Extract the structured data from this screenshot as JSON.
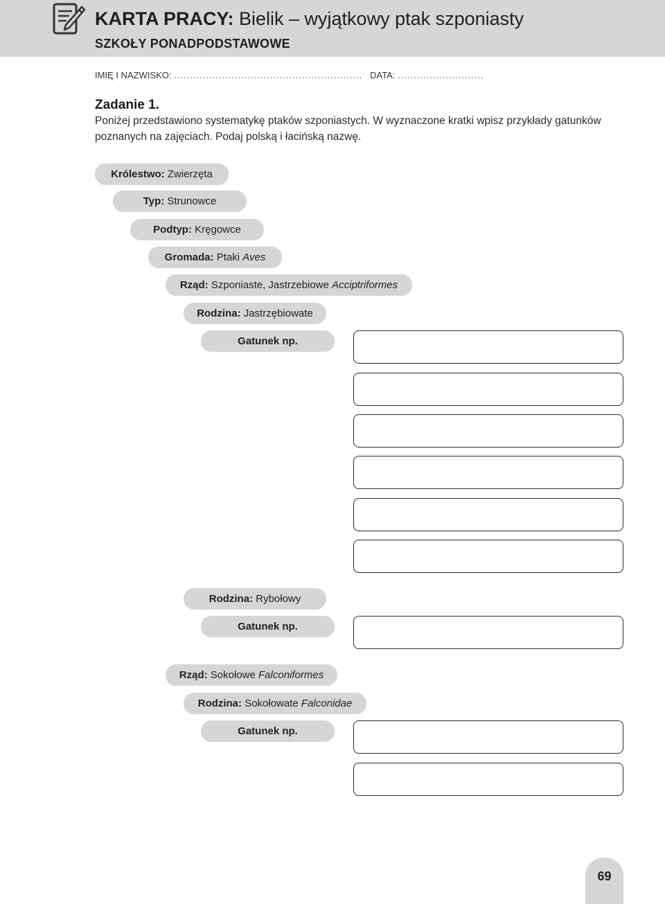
{
  "header": {
    "title_bold": "KARTA PRACY:",
    "title_rest": "Bielik – wyjątkowy ptak szponiasty",
    "subtitle": "SZKOŁY PONADPODSTAWOWE",
    "icon": "worksheet-pencil-icon"
  },
  "fields": {
    "name_label": "IMIĘ I NAZWISKO:",
    "name_dots": "...........................................................",
    "date_label": "DATA:",
    "date_dots": "..........................."
  },
  "task": {
    "title": "Zadanie 1.",
    "description": "Poniżej przedstawiono systematykę ptaków szponiastych. W wyznaczone kratki wpisz przykłady gatunków poznanych na zajęciach. Podaj polską i łacińską nazwę."
  },
  "taxonomy": {
    "krolestwo": {
      "label": "Królestwo:",
      "value": "Zwierzęta"
    },
    "typ": {
      "label": "Typ:",
      "value": "Strunowce"
    },
    "podtyp": {
      "label": "Podtyp:",
      "value": "Kręgowce"
    },
    "gromada": {
      "label": "Gromada:",
      "value": "Ptaki",
      "latin": "Aves"
    },
    "rzad1": {
      "label": "Rząd:",
      "value": "Szponiaste, Jastrzebiowe",
      "latin": "Acciptriformes"
    },
    "rodzina1": {
      "label": "Rodzina:",
      "value": "Jastrzębiowate"
    },
    "gatunek1": {
      "label": "Gatunek np."
    },
    "rodzina2": {
      "label": "Rodzina:",
      "value": "Rybołowy"
    },
    "gatunek2": {
      "label": "Gatunek np."
    },
    "rzad2": {
      "label": "Rząd:",
      "value": "Sokołowe",
      "latin": "Falconiformes"
    },
    "rodzina3": {
      "label": "Rodzina:",
      "value": "Sokołowate",
      "latin": "Falconidae"
    },
    "gatunek3": {
      "label": "Gatunek np."
    }
  },
  "page_number": "69"
}
